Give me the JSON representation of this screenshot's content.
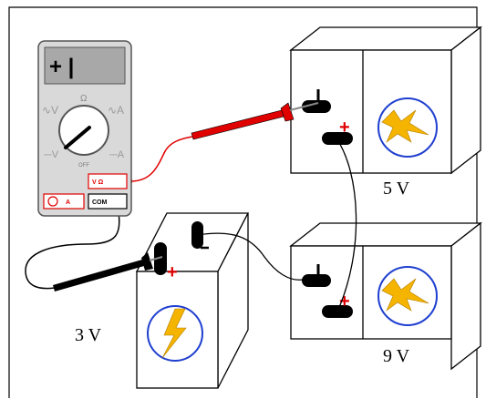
{
  "multimeter": {
    "display": "+ |",
    "dial_labels": {
      "ohm": "Ω",
      "off": "OFF"
    },
    "jacks": {
      "volt_ohm": "V Ω",
      "amp": "A",
      "common": "COM"
    }
  },
  "batteries": {
    "five_volt": {
      "label": "5 V"
    },
    "nine_volt": {
      "label": "9 V"
    },
    "three_volt": {
      "label": "3 V"
    }
  },
  "terminal_symbols": {
    "positive": "+"
  },
  "colors": {
    "red_lead": "#e00000",
    "black_lead": "#111111",
    "meter_body": "#d9d9d9",
    "display": "#a8a8a8",
    "logo_ring": "#1f3fd0",
    "bolt": "#f4b400"
  }
}
